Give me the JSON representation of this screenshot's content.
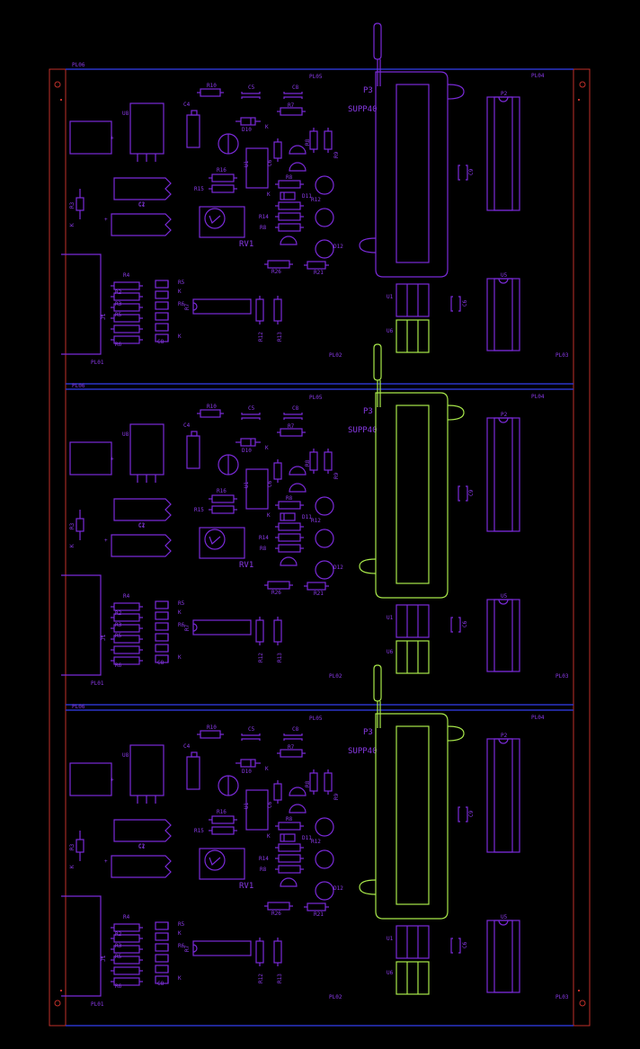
{
  "boards": [
    {
      "id": "panel-1",
      "selected": false,
      "labels": {
        "pl06": "PL06",
        "pl05": "PL05",
        "pl04": "PL04",
        "pl03": "PL03",
        "pl02": "PL02",
        "pl01": "PL01",
        "p3": "P3",
        "supp40": "SUPP40",
        "u8": "U8",
        "u1": "U1",
        "u6": "U6",
        "u5": "U5",
        "p2": "P2",
        "rv1": "RV1",
        "r10": "R10",
        "c5": "C5",
        "c8": "C8",
        "r7": "R7",
        "c4": "C4",
        "c1": "C1",
        "c2": "C2",
        "r15": "R15",
        "r16": "R16",
        "r14": "R14",
        "r8": "R8",
        "r9": "R9",
        "r26": "R26",
        "r21": "R21",
        "r3": "R3",
        "r12": "R12",
        "r13": "R13",
        "j1": "J1",
        "d10": "D10",
        "d11": "D11",
        "d12": "D12",
        "c9": "C9",
        "c6": "C6",
        "r2": "R2",
        "r4": "R4",
        "r5": "R5",
        "r6": "R6",
        "k": "K",
        "plus": "+"
      }
    },
    {
      "id": "panel-2",
      "selected": true,
      "labels": {
        "pl06": "PL06",
        "pl05": "PL05",
        "pl04": "PL04",
        "pl03": "PL03",
        "pl02": "PL02",
        "pl01": "PL01",
        "p3": "P3",
        "supp40": "SUPP40",
        "u8": "U8",
        "u1": "U1",
        "u6": "U6",
        "u5": "U5",
        "p2": "P2",
        "rv1": "RV1",
        "r10": "R10",
        "c5": "C5",
        "c8": "C8",
        "r7": "R7",
        "c4": "C4",
        "c1": "C1",
        "c2": "C2",
        "r15": "R15",
        "r16": "R16",
        "r14": "R14",
        "r8": "R8",
        "r9": "R9",
        "r26": "R26",
        "r21": "R21",
        "r3": "R3",
        "r12": "R12",
        "r13": "R13",
        "j1": "J1",
        "d10": "D10",
        "d11": "D11",
        "d12": "D12",
        "c9": "C9",
        "c6": "C6",
        "r2": "R2",
        "r4": "R4",
        "r5": "R5",
        "r6": "R6",
        "k": "K",
        "plus": "+"
      }
    },
    {
      "id": "panel-3",
      "selected": true,
      "labels": {
        "pl06": "PL06",
        "pl05": "PL05",
        "pl04": "PL04",
        "pl03": "PL03",
        "pl02": "PL02",
        "pl01": "PL01",
        "p3": "P3",
        "supp40": "SUPP40",
        "u8": "U8",
        "u1": "U1",
        "u6": "U6",
        "u5": "U5",
        "p2": "P2",
        "rv1": "RV1",
        "r10": "R10",
        "c5": "C5",
        "c8": "C8",
        "r7": "R7",
        "c4": "C4",
        "c1": "C1",
        "c2": "C2",
        "r15": "R15",
        "r16": "R16",
        "r14": "R14",
        "r8": "R8",
        "r9": "R9",
        "r26": "R26",
        "r21": "R21",
        "r3": "R3",
        "r12": "R12",
        "r13": "R13",
        "j1": "J1",
        "d10": "D10",
        "d11": "D11",
        "d12": "D12",
        "c9": "C9",
        "c6": "C6",
        "r2": "R2",
        "r4": "R4",
        "r5": "R5",
        "r6": "R6",
        "k": "K",
        "plus": "+"
      }
    }
  ],
  "colors": {
    "background": "#000000",
    "silkscreen": "#7a2ad8",
    "selected": "#a8e84a",
    "board_edge": "#c0302a",
    "panel_divider": "#2a34c8"
  }
}
